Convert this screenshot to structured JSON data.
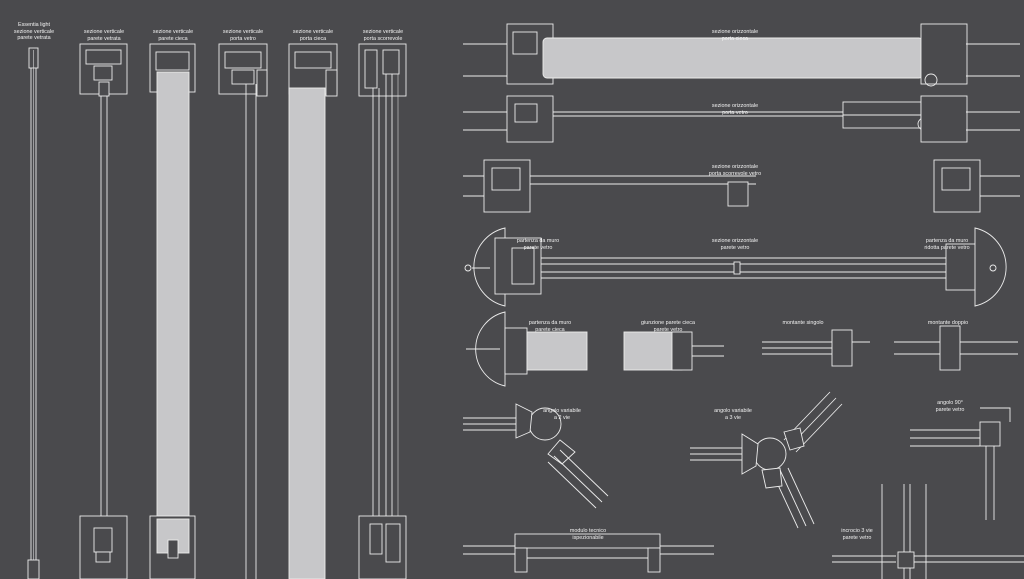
{
  "colors": {
    "background": "#4a4a4d",
    "line": "#ececec",
    "panel": "#c7c7c9"
  },
  "vertical_sections": [
    {
      "lines": [
        "Essentia light",
        "sezione verticale",
        "parete vetrata"
      ]
    },
    {
      "lines": [
        "sezione verticale",
        "parete vetrata"
      ]
    },
    {
      "lines": [
        "sezione verticale",
        "parete cieca"
      ]
    },
    {
      "lines": [
        "sezione verticale",
        "porta vetro"
      ]
    },
    {
      "lines": [
        "sezione verticale",
        "porta cieca"
      ]
    },
    {
      "lines": [
        "sezione verticale",
        "porta scorrevole"
      ]
    }
  ],
  "horizontal_sections": [
    {
      "lines": [
        "sezione orizzontale",
        "porta cieca"
      ]
    },
    {
      "lines": [
        "sezione orizzontale",
        "porta vetro"
      ]
    },
    {
      "lines": [
        "sezione orizzontale",
        "porta scorrevole vetro"
      ]
    },
    {
      "lines": [
        "partenza da muro",
        "parete vetro"
      ]
    },
    {
      "lines": [
        "sezione orizzontale",
        "parete vetro"
      ]
    },
    {
      "lines": [
        "partenza da muro",
        "ridotta parete vetro"
      ]
    },
    {
      "lines": [
        "partenza da muro",
        "parete cieca"
      ]
    },
    {
      "lines": [
        "giunzione parete cieca",
        "parete vetro"
      ]
    },
    {
      "lines": [
        "montante singolo"
      ]
    },
    {
      "lines": [
        "montante doppio"
      ]
    },
    {
      "lines": [
        "angolo variabile",
        "a 2 vie"
      ]
    },
    {
      "lines": [
        "angolo variabile",
        "a 3 vie"
      ]
    },
    {
      "lines": [
        "angolo 90°",
        "parete vetro"
      ]
    },
    {
      "lines": [
        "modulo tecnico",
        "ispezionabile"
      ]
    },
    {
      "lines": [
        "incrocio 3 vie",
        "parete vetro"
      ]
    }
  ]
}
